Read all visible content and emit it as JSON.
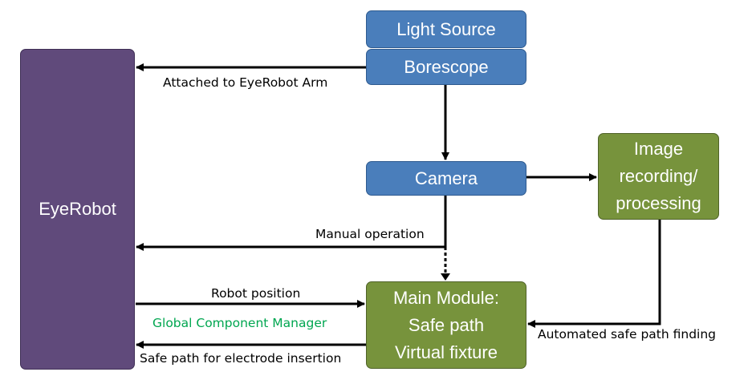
{
  "nodes": {
    "light_source": "Light Source",
    "borescope": "Borescope",
    "camera": "Camera",
    "image_processing": [
      "Image",
      "recording/",
      "processing"
    ],
    "eyerobot": "EyeRobot",
    "main_module": [
      "Main Module:",
      "Safe path",
      "Virtual fixture"
    ]
  },
  "edges": {
    "attached": "Attached to EyeRobot Arm",
    "manual": "Manual operation",
    "robot_position": "Robot position",
    "global_manager": "Global Component  Manager",
    "safe_path_insertion": "Safe path for electrode  insertion",
    "automated": "Automated safe path finding"
  },
  "colors": {
    "blue": "#4a7ebb",
    "green": "#77933c",
    "purple": "#604a7b",
    "manager_text": "#00a650"
  }
}
